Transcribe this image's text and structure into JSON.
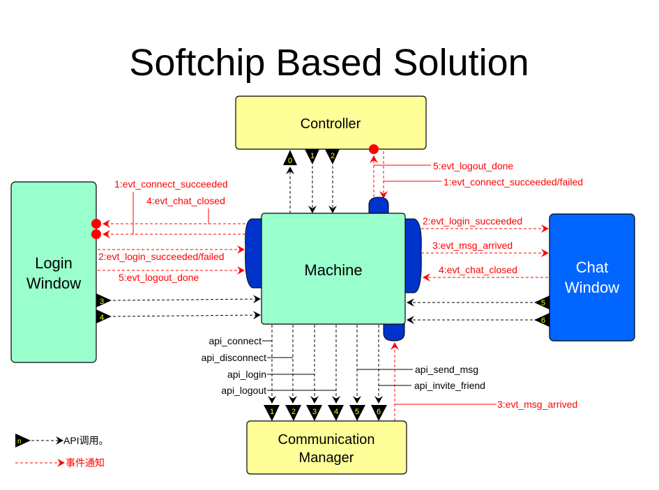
{
  "title": "Softchip Based Solution",
  "colors": {
    "yellow_box": "#ffff99",
    "green_box": "#99ffcc",
    "chat_box": "#0066ff",
    "port": "#0033cc",
    "event": "#ff0000",
    "api": "#000000",
    "port_number": "#ffff00"
  },
  "boxes": {
    "controller": "Controller",
    "machine": "Machine",
    "login_window": [
      "Login",
      "Window"
    ],
    "chat_window": [
      "Chat",
      "Window"
    ],
    "comm_manager": [
      "Communication",
      "Manager"
    ]
  },
  "ports": {
    "controller_out": [
      "0"
    ],
    "controller_in": [
      "1",
      "2"
    ],
    "login_out": [
      "3",
      "4"
    ],
    "chat_out": [
      "5",
      "6"
    ],
    "comm_in": [
      "1",
      "2",
      "3",
      "4",
      "5",
      "6"
    ]
  },
  "events": {
    "controller_logout_done": "5:evt_logout_done",
    "controller_connect": "1:evt_connect_succeeded/failed",
    "login_connect": "1:evt_connect_succeeded",
    "login_chat_closed": "4:evt_chat_closed",
    "login_login": "2:evt_login_succeeded/failed",
    "login_logout": "5:evt_logout_done",
    "chat_login": "2:evt_login_succeeded",
    "chat_msg": "3:evt_msg_arrived",
    "chat_closed": "4:evt_chat_closed",
    "comm_msg": "3:evt_msg_arrived"
  },
  "apis": {
    "left": [
      "api_connect",
      "api_disconnect",
      "api_login",
      "api_logout"
    ],
    "right": [
      "api_send_msg",
      "api_invite_friend"
    ]
  },
  "legend": {
    "api_call": "API调用。",
    "event_notify": "事件通知",
    "port_sample": "n"
  }
}
